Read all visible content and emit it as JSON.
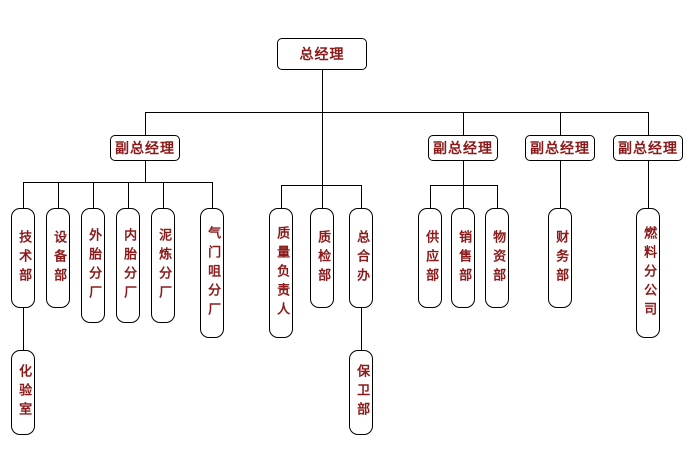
{
  "colors": {
    "node_text": "#8b1a1a",
    "node_border": "#000000",
    "connector_line": "#000000",
    "background": "#ffffff"
  },
  "root": {
    "label": "总经理"
  },
  "branches": [
    {
      "head": {
        "label": "副总经理"
      },
      "children": [
        {
          "label": "技术部",
          "sub": {
            "label": "化验室"
          }
        },
        {
          "label": "设备部"
        },
        {
          "label": "外胎分厂"
        },
        {
          "label": "内胎分厂"
        },
        {
          "label": "泥炼分厂"
        },
        {
          "label": "气门咀分厂"
        }
      ]
    },
    {
      "head": null,
      "children": [
        {
          "label": "质量负责人"
        },
        {
          "label": "质检部"
        },
        {
          "label": "总合办",
          "sub": {
            "label": "保卫部"
          }
        }
      ]
    },
    {
      "head": {
        "label": "副总经理"
      },
      "children": [
        {
          "label": "供应部"
        },
        {
          "label": "销售部"
        },
        {
          "label": "物资部"
        }
      ]
    },
    {
      "head": {
        "label": "副总经理"
      },
      "children": [
        {
          "label": "财务部"
        }
      ]
    },
    {
      "head": {
        "label": "副总经理"
      },
      "children": [
        {
          "label": "燃料分公司"
        }
      ]
    }
  ]
}
